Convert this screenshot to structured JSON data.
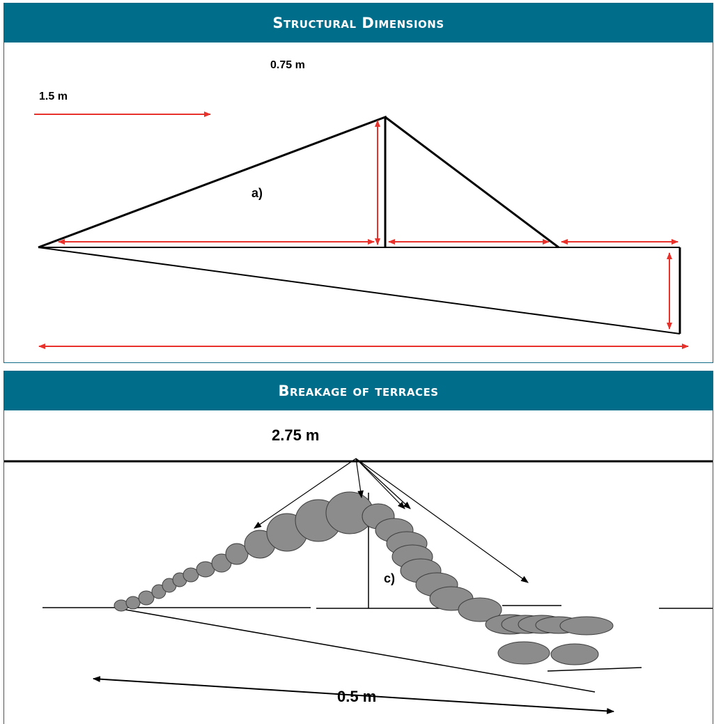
{
  "panels": [
    {
      "title": "Structural Dimensions",
      "labels": {
        "top_dimension": "0.75 m",
        "left_dimension": "1.5 m",
        "part_label": "a)"
      }
    },
    {
      "title": "Breakage of terraces",
      "labels": {
        "top_dimension": "2.75 m",
        "part_label": "c)",
        "bottom_dimension": "0.5 m"
      }
    }
  ],
  "colors": {
    "header_bg": "#006d8a",
    "header_text": "#ffffff",
    "dimension_arrow": "#e8312a",
    "stone_fill": "#8c8c8c",
    "line": "#000000"
  }
}
